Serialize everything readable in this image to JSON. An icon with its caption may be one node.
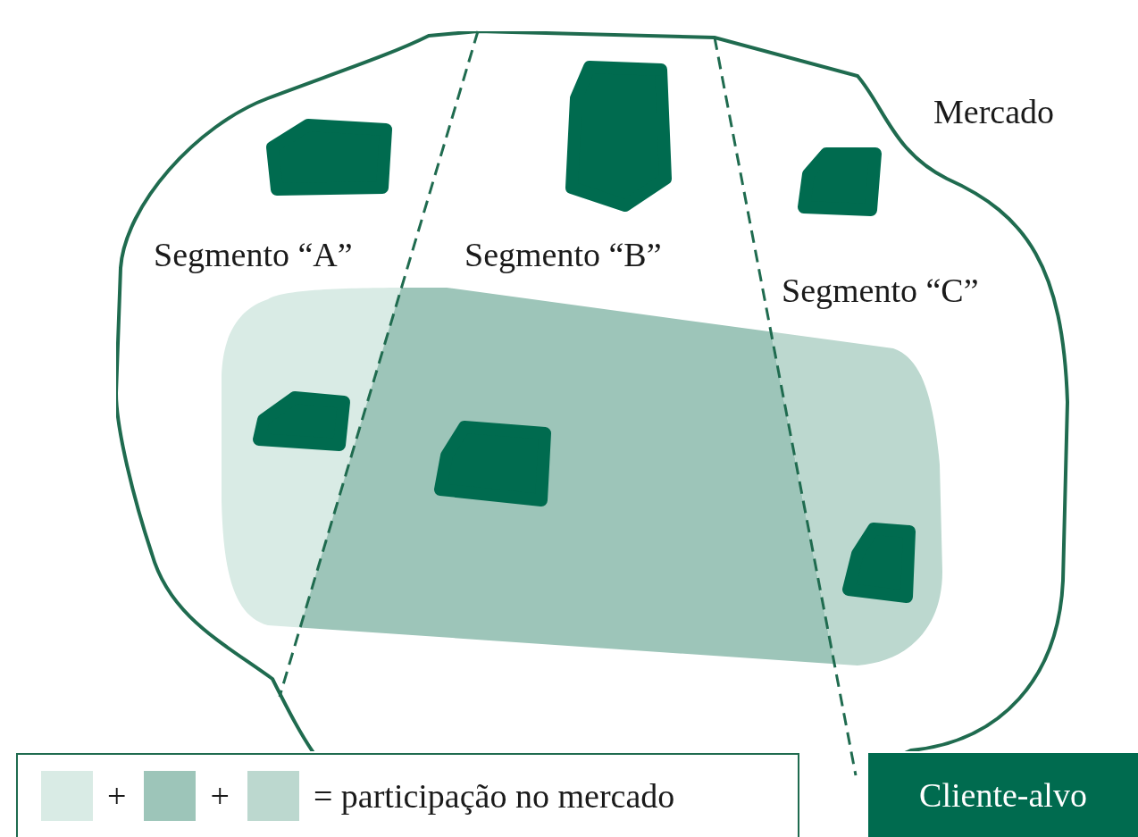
{
  "diagram": {
    "nodes": [
      {
        "text": [
          "Mercado"
        ]
      },
      {
        "text": [
          "Segmento “A”"
        ],
        "in": 0
      },
      {
        "text": [
          "Segmento “B”"
        ],
        "in": 0
      },
      {
        "text": [
          "Segmento “C”"
        ],
        "in": 0
      },
      {
        "text": [
          "Cliente-alvo"
        ]
      }
    ],
    "legend": [
      {
        "text": "+",
        "color": "#d9ebe5"
      },
      {
        "text": "+",
        "color": "#9dc5b9"
      },
      {
        "text": "= participação no mercado",
        "color": "#bcd8cf"
      }
    ]
  }
}
